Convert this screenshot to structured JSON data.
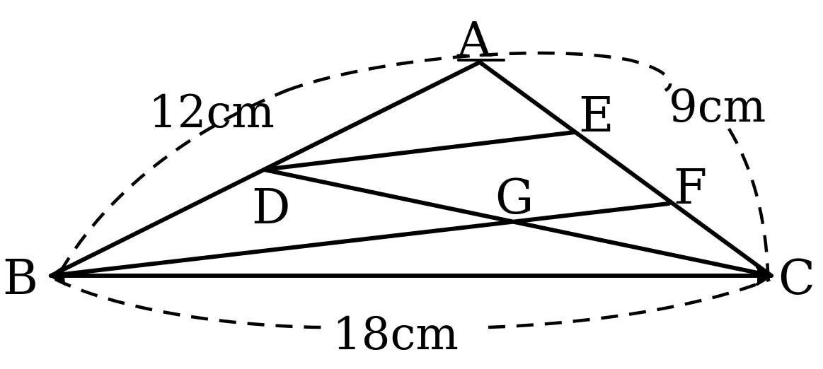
{
  "figure": {
    "points": {
      "A": "A",
      "B": "B",
      "C": "C",
      "D": "D",
      "E": "E",
      "F": "F",
      "G": "G"
    },
    "lengths": {
      "AB": "12cm",
      "AC": "9cm",
      "BC": "18cm"
    }
  }
}
